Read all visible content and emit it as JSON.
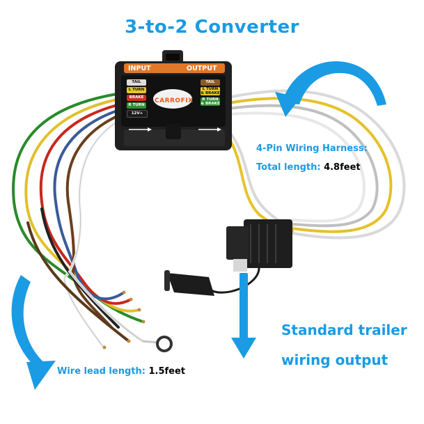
{
  "title": "3-to-2 Converter",
  "harness": {
    "label": "4-Pin Wiring Harness:",
    "length_label": "Total length:",
    "length_value": "4.8feet"
  },
  "lead": {
    "label": "Wire lead length:",
    "value": "1.5feet"
  },
  "output": {
    "line1": "Standard trailer",
    "line2": "wiring output"
  },
  "device": {
    "brand": "CARROFIX",
    "input_label": "INPUT",
    "output_label": "OUTPUT",
    "input_pins": [
      "TAIL",
      "L TURN",
      "BRAKE",
      "R TURN",
      "12V+"
    ],
    "output_pins": [
      "TAIL",
      "L TURN & BRAKE",
      "R TURN & BRAKE"
    ]
  },
  "colors": {
    "accent": "#1a9be3",
    "box_header": "#e0782a"
  }
}
